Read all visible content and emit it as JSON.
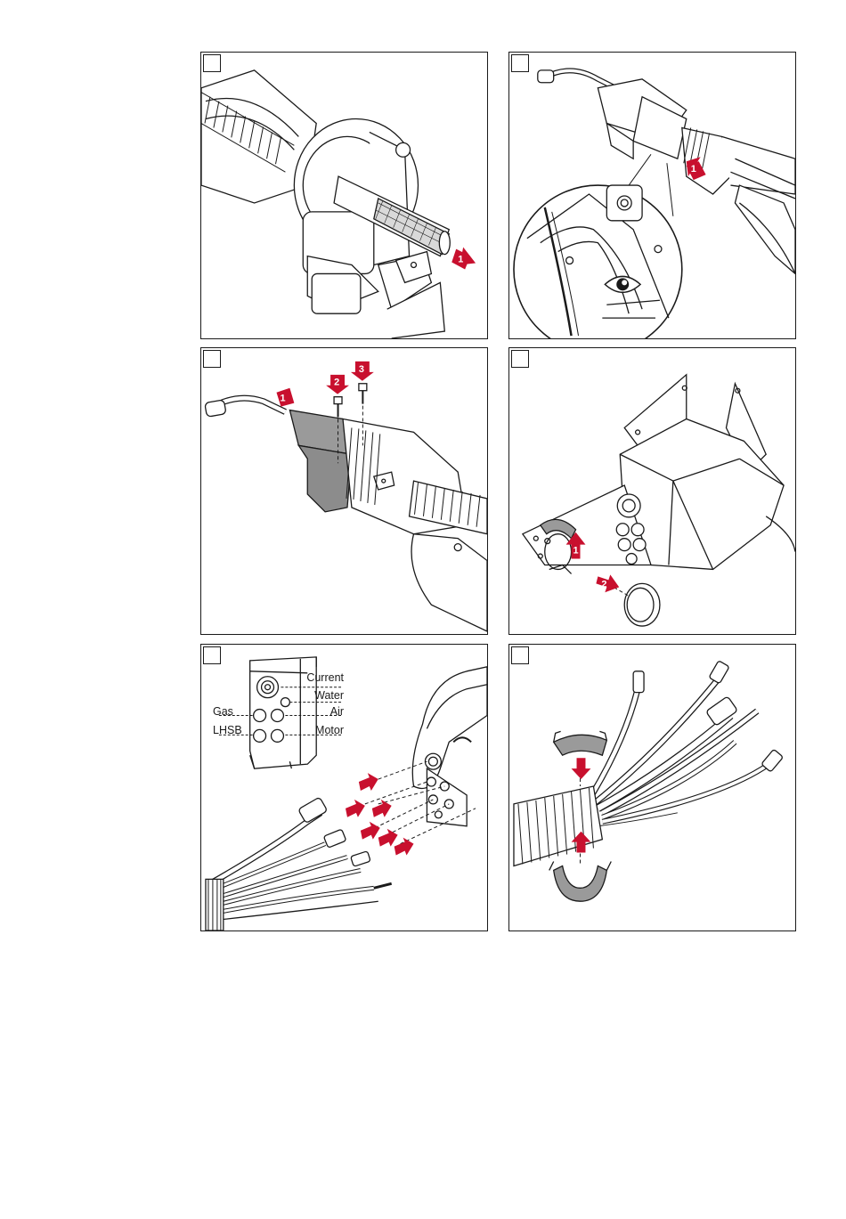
{
  "steps": [
    {
      "id": 1,
      "step_label": ""
    },
    {
      "id": 2,
      "step_label": ""
    },
    {
      "id": 3,
      "step_label": ""
    },
    {
      "id": 4,
      "step_label": ""
    },
    {
      "id": 5,
      "step_label": ""
    },
    {
      "id": 6,
      "step_label": ""
    }
  ],
  "arrow_numbers": {
    "p1": [
      "1"
    ],
    "p2": [
      "1"
    ],
    "p3": [
      "1",
      "2",
      "3"
    ],
    "p4": [
      "1",
      "2"
    ]
  },
  "connections": {
    "current": "Current",
    "water": "Water",
    "gas": "Gas",
    "air": "Air",
    "lhsb": "LHSB",
    "motor": "Motor"
  },
  "colors": {
    "arrow_red": "#c8102e",
    "line": "#1a1a1a",
    "grey_part": "#8c8c8c"
  }
}
